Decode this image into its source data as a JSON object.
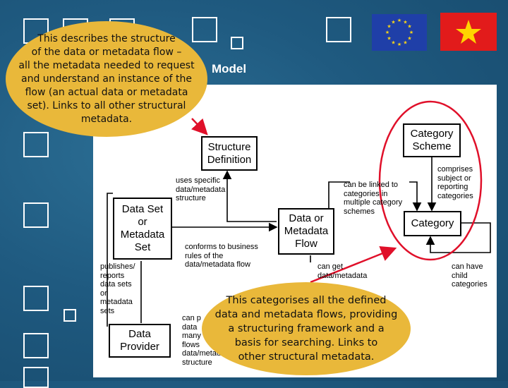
{
  "slide": {
    "title": "Model",
    "flags": [
      "eu-flag",
      "vietnam-flag"
    ]
  },
  "diagram": {
    "boxes": {
      "structure_definition": "Structure\nDefinition",
      "category_scheme": "Category\nScheme",
      "data_set": "Data Set\nor\nMetadata\nSet",
      "data_flow": "Data or\nMetadata\nFlow",
      "category": "Category",
      "data_provider": "Data\nProvider"
    },
    "labels": {
      "uses_specific": "uses specific\ndata/metadata\nstructure",
      "can_be_linked": "can be linked to\ncategories in\nmultiple category\nschemes",
      "comprises": "comprises\nsubject or\nreporting\ncategories",
      "conforms": "conforms to business\nrules of the\ndata/metadata flow",
      "publishes": "publishes/\nreports\ndata sets\nor\nmetadata\nsets",
      "can_get": "can get\ndata/metadata",
      "can_have_child": "can have\nchild\ncategories",
      "can_provide": "can p\ndata\nmany\nflows\ndata/metad\nstructure"
    }
  },
  "callouts": {
    "structure": "This describes the structure\nof the data or metadata flow –\nall the metadata needed to request\nand understand an instance of the\nflow (an actual data or metadata\nset).  Links to all other structural\nmetadata.",
    "categories": "This categorises all the defined\ndata and metadata flows, providing\na structuring framework and a\nbasis for searching.  Links to\nother structural metadata."
  },
  "colors": {
    "background": "#1f5a80",
    "callout": "#e9b83a",
    "highlight": "#e0102a"
  }
}
